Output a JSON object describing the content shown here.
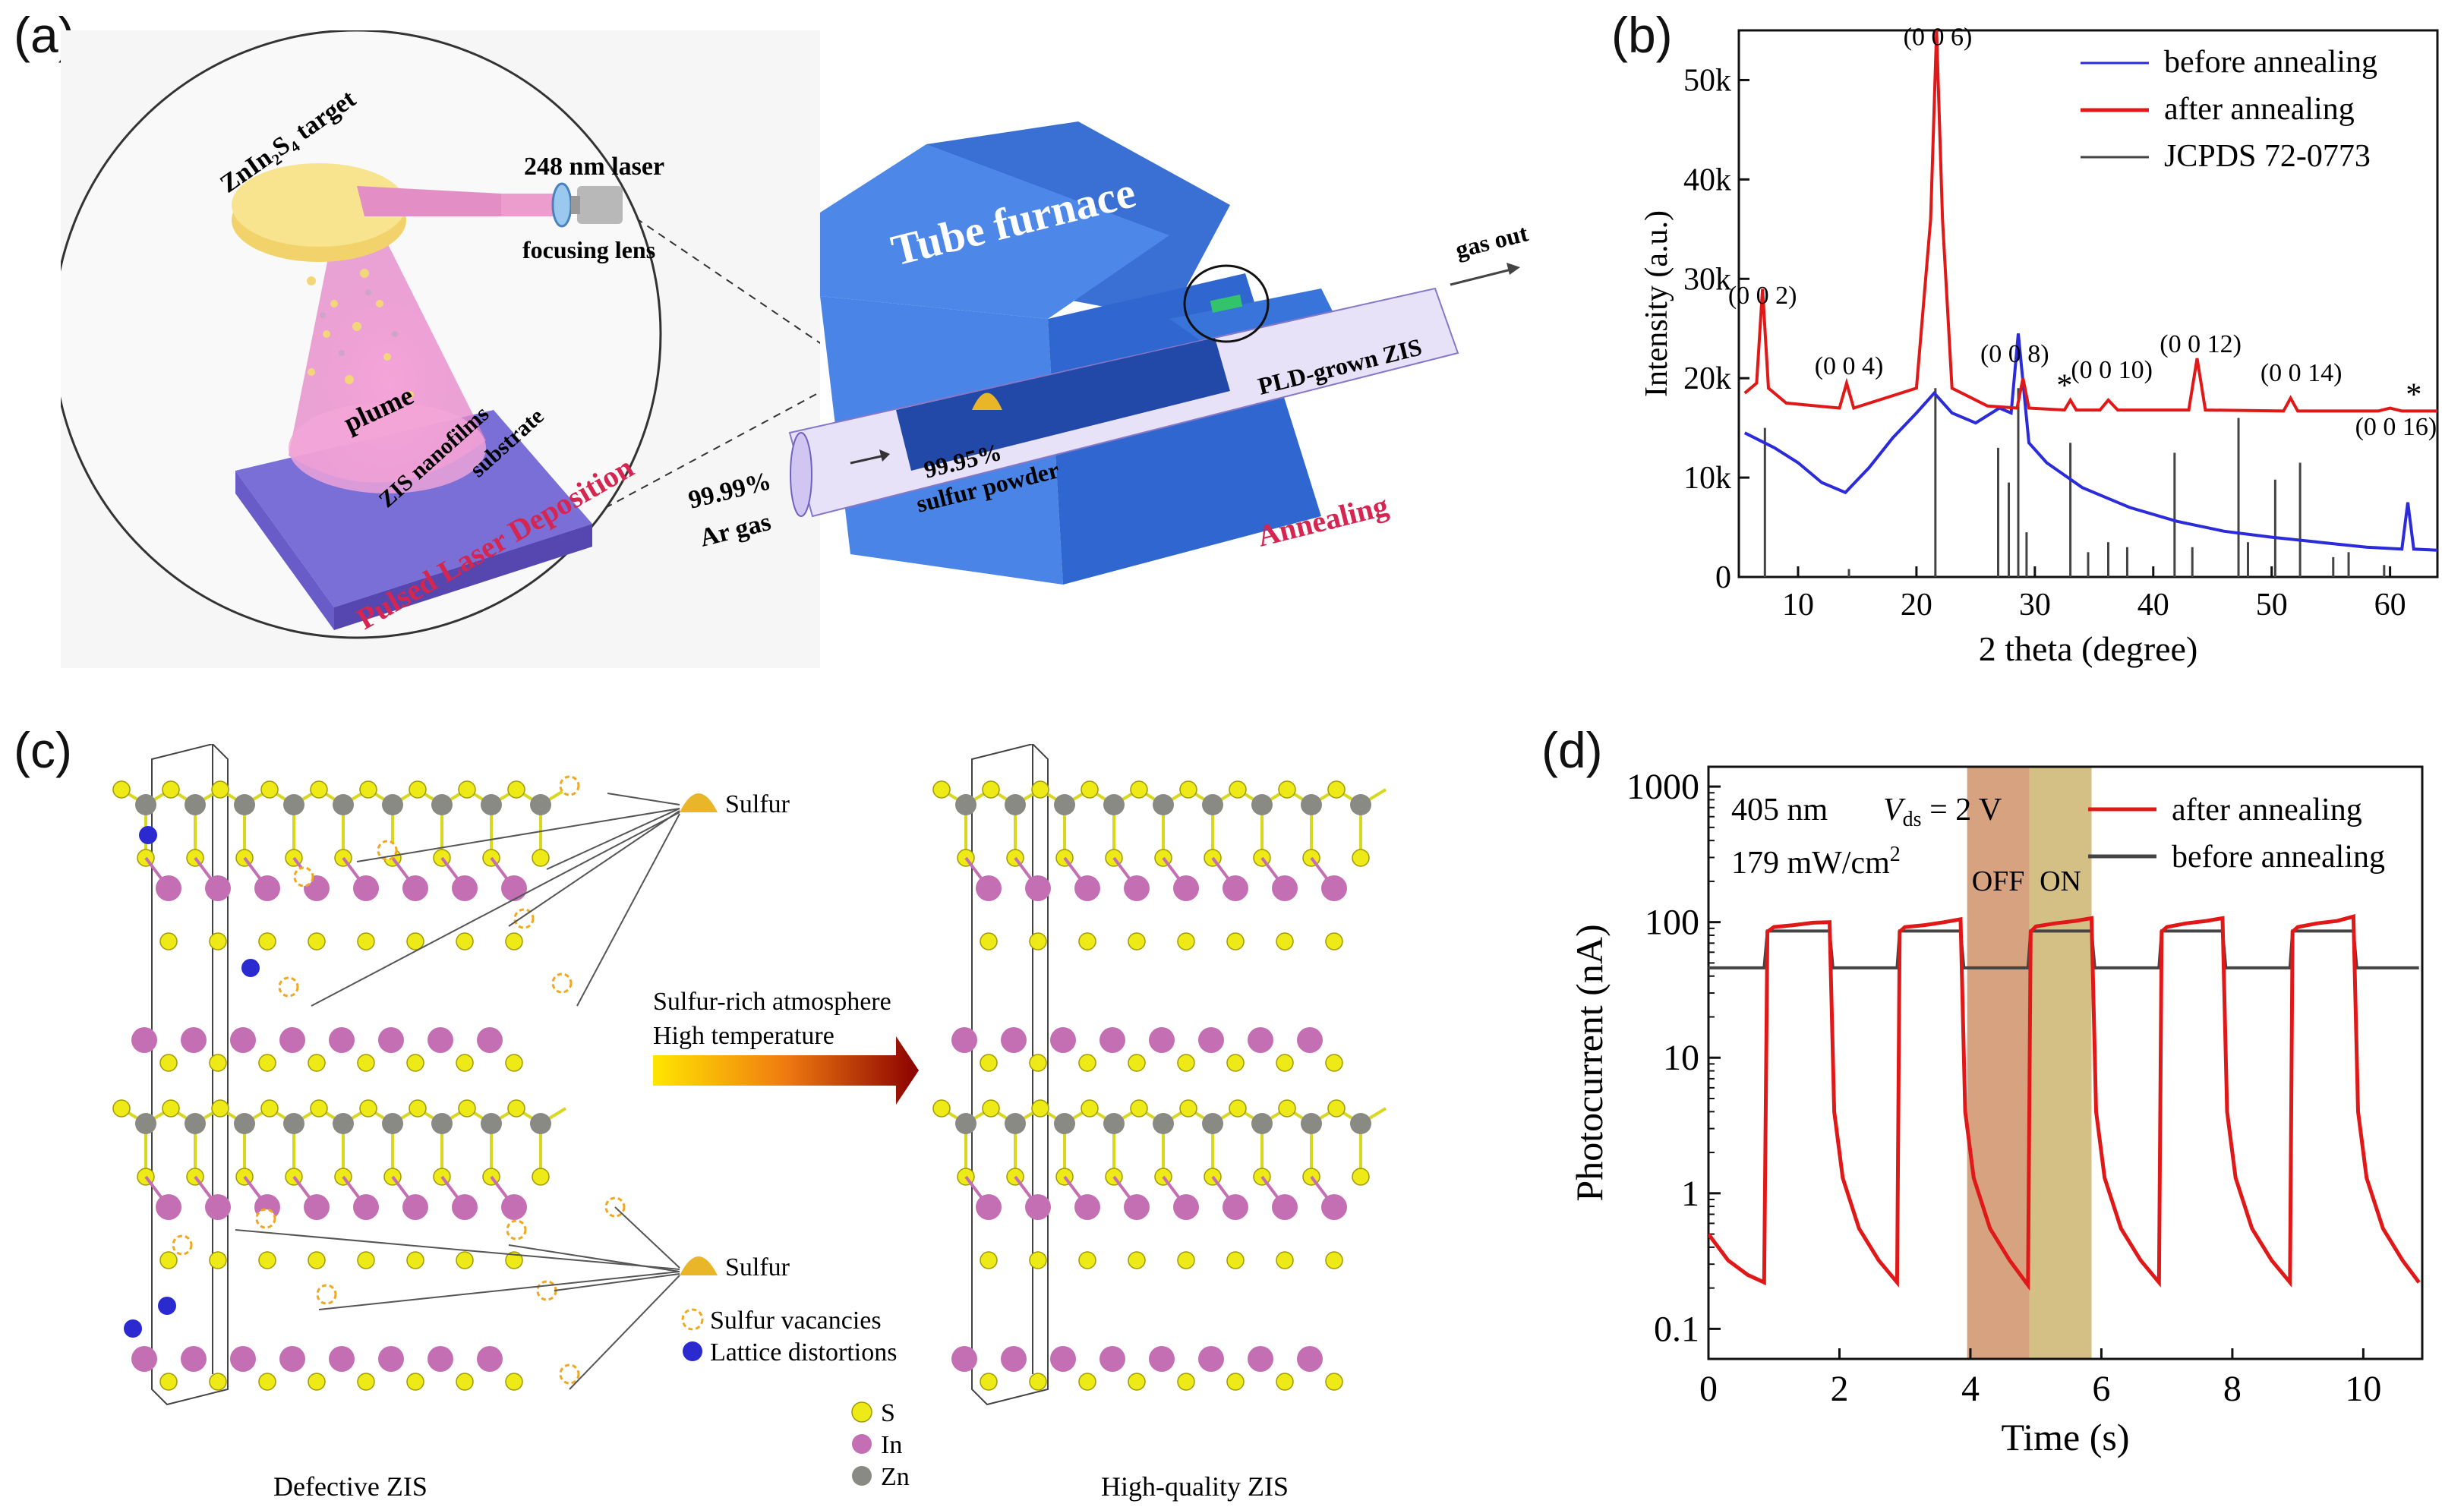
{
  "figure": {
    "panel_a": {
      "label": "(a)",
      "target": "ZnIn₂S₄ target",
      "laser": "248 nm laser",
      "lens": "focusing lens",
      "plume": "plume",
      "film": "ZIS nanofilms",
      "substrate": "substrate",
      "pld": "Pulsed Laser Deposition",
      "furnace": "Tube furnace",
      "gas_out": "gas out",
      "sample": "PLD-grown ZIS",
      "ar_purity": "99.99%",
      "ar_gas": "Ar gas",
      "sulfur_purity": "99.95%",
      "sulfur_powder": "sulfur powder",
      "annealing": "Annealing"
    },
    "panel_b": {
      "label": "(b)"
    },
    "panel_c": {
      "label": "(c)",
      "sulfur_top": "Sulfur",
      "sulfur_bottom": "Sulfur",
      "arrow_line1": "Sulfur-rich atmosphere",
      "arrow_line2": "High temperature",
      "legend_vacancy": "Sulfur vacancies",
      "legend_distortion": "Lattice distortions",
      "legend_s": "S",
      "legend_in": "In",
      "legend_zn": "Zn",
      "caption_left": "Defective ZIS",
      "caption_right": "High-quality ZIS"
    },
    "panel_d": {
      "label": "(d)"
    }
  },
  "chart_data": [
    {
      "panel": "b",
      "type": "line",
      "xlabel": "2 theta (degree)",
      "ylabel": "Intensity (a.u.)",
      "xlim": [
        5,
        64
      ],
      "ylim": [
        0,
        55000
      ],
      "xticks": [
        10,
        20,
        30,
        40,
        50,
        60
      ],
      "yticks": [
        0,
        10000,
        20000,
        30000,
        40000,
        50000
      ],
      "ytick_labels": [
        "0",
        "10k",
        "20k",
        "30k",
        "40k",
        "50k"
      ],
      "legend_position": "top-right",
      "series": [
        {
          "name": "before annealing",
          "color": "#2b2bd9",
          "x": [
            5.5,
            8,
            10,
            12,
            14,
            16,
            18,
            20,
            21.5,
            23,
            25,
            27,
            28,
            28.6,
            29.5,
            31,
            34,
            38,
            42,
            46,
            50,
            54,
            58,
            61,
            61.5,
            62,
            64
          ],
          "y": [
            14500,
            13000,
            11500,
            9500,
            8500,
            11000,
            14000,
            16500,
            18500,
            16500,
            15500,
            17000,
            16500,
            24500,
            13500,
            11500,
            9000,
            7000,
            5600,
            4600,
            4000,
            3500,
            3000,
            2800,
            7500,
            2800,
            2700
          ]
        },
        {
          "name": "after annealing",
          "color": "#e01818",
          "x": [
            5.5,
            6.5,
            7.0,
            7.5,
            9,
            13.5,
            14.1,
            14.7,
            20,
            21.2,
            21.7,
            22.2,
            23,
            26,
            28.5,
            29,
            29.5,
            32.5,
            33,
            33.5,
            35.5,
            36.2,
            37,
            43,
            43.7,
            44.4,
            51,
            51.6,
            52.2,
            59,
            60,
            61,
            64
          ],
          "y": [
            18500,
            19500,
            29000,
            19000,
            17500,
            17000,
            19500,
            17000,
            19000,
            36000,
            55000,
            36000,
            19000,
            17200,
            17000,
            20000,
            17000,
            16800,
            17800,
            16800,
            16800,
            17800,
            16800,
            16800,
            22000,
            16800,
            16700,
            18000,
            16700,
            16700,
            17000,
            16700,
            16700
          ]
        },
        {
          "name": "JCPDS 72-0773",
          "color": "#444444",
          "x": [
            7.2,
            14.3,
            21.6,
            26.9,
            27.8,
            28.6,
            29.3,
            33.0,
            34.5,
            36.2,
            37.8,
            41.8,
            43.3,
            47.2,
            48.0,
            50.3,
            52.4,
            55.2,
            56.5,
            59.5
          ],
          "y": [
            15000,
            800,
            19000,
            13000,
            9500,
            19000,
            4500,
            13500,
            2500,
            3500,
            3000,
            12500,
            3000,
            16000,
            3500,
            9800,
            11500,
            2000,
            2500,
            1200
          ]
        }
      ],
      "annotations": [
        "(0 0 2)",
        "(0 0 4)",
        "(0 0 6)",
        "(0 0 8)",
        "(0 0 10)",
        "(0 0 12)",
        "(0 0 14)",
        "(0 0 16)",
        "*",
        "*"
      ]
    },
    {
      "panel": "d",
      "type": "line",
      "xlabel": "Time (s)",
      "ylabel": "Photocurrent (nA)",
      "scale_y": "log",
      "xlim": [
        0,
        10.9
      ],
      "ylim": [
        0.06,
        1400
      ],
      "xticks": [
        0,
        2,
        4,
        6,
        8,
        10
      ],
      "yticks": [
        0.1,
        1,
        10,
        100,
        1000
      ],
      "ytick_labels": [
        "0.1",
        "1",
        "10",
        "100",
        "1000"
      ],
      "condition_line1": "405 nm",
      "condition_vds_sym": "V",
      "condition_vds_sub": "ds",
      "condition_vds_val": " = 2 V",
      "condition_line2_pre": "179 mW/cm",
      "condition_line2_sup": "2",
      "shade_off": {
        "label": "OFF",
        "x": [
          3.95,
          4.9
        ],
        "color": "#c0703c"
      },
      "shade_on": {
        "label": "ON",
        "x": [
          4.9,
          5.85
        ],
        "color": "#b89434"
      },
      "legend_position": "top-right",
      "series": [
        {
          "name": "after annealing",
          "color": "#e01818",
          "x": [
            0,
            0.3,
            0.6,
            0.85,
            0.9,
            1.0,
            1.3,
            1.6,
            1.85,
            1.92,
            2.05,
            2.3,
            2.6,
            2.88,
            2.92,
            3.0,
            3.3,
            3.6,
            3.85,
            3.92,
            4.05,
            4.3,
            4.6,
            4.88,
            4.92,
            5.0,
            5.3,
            5.6,
            5.85,
            5.92,
            6.05,
            6.3,
            6.6,
            6.88,
            6.92,
            7.0,
            7.3,
            7.6,
            7.85,
            7.92,
            8.05,
            8.3,
            8.6,
            8.88,
            8.92,
            9.0,
            9.3,
            9.6,
            9.85,
            9.92,
            10.05,
            10.3,
            10.6,
            10.85
          ],
          "y": [
            0.5,
            0.32,
            0.25,
            0.22,
            85,
            92,
            95,
            99,
            100,
            4,
            1.3,
            0.55,
            0.32,
            0.22,
            85,
            92,
            95,
            100,
            105,
            4,
            1.3,
            0.55,
            0.32,
            0.21,
            85,
            93,
            98,
            102,
            107,
            4,
            1.3,
            0.55,
            0.32,
            0.22,
            85,
            92,
            98,
            102,
            107,
            4,
            1.3,
            0.55,
            0.32,
            0.22,
            85,
            92,
            98,
            102,
            110,
            4,
            1.3,
            0.55,
            0.32,
            0.22
          ]
        },
        {
          "name": "before annealing",
          "color": "#444444",
          "x": [
            0,
            0.85,
            0.9,
            1.85,
            1.9,
            2.88,
            2.92,
            3.85,
            3.9,
            4.88,
            4.92,
            5.85,
            5.9,
            6.88,
            6.92,
            7.85,
            7.9,
            8.88,
            8.92,
            9.85,
            9.9,
            10.85
          ],
          "y": [
            46,
            46,
            86,
            86,
            46,
            46,
            86,
            86,
            46,
            46,
            86,
            86,
            46,
            46,
            86,
            86,
            46,
            46,
            86,
            86,
            46,
            46
          ]
        }
      ]
    }
  ]
}
